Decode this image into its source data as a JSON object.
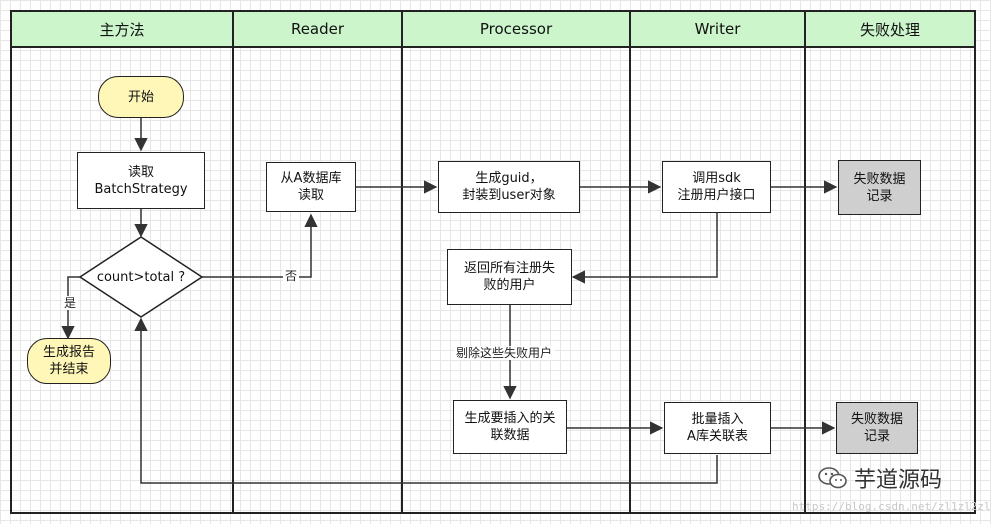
{
  "lanes": [
    "主方法",
    "Reader",
    "Processor",
    "Writer",
    "失败处理"
  ],
  "nodes": {
    "start": "开始",
    "read_strategy": [
      "读取",
      "BatchStrategy"
    ],
    "decision": "count>total ?",
    "finish": [
      "生成报告",
      "并结束"
    ],
    "read_db": [
      "从A数据库",
      "读取"
    ],
    "gen_guid": [
      "生成guid，",
      "封装到user对象"
    ],
    "call_sdk": [
      "调用sdk",
      "注册用户接口"
    ],
    "fail_record_1": [
      "失败数据",
      "记录"
    ],
    "return_failed": [
      "返回所有注册失",
      "败的用户"
    ],
    "gen_relation": [
      "生成要插入的关",
      "联数据"
    ],
    "batch_insert": [
      "批量插入",
      "A库关联表"
    ],
    "fail_record_2": [
      "失败数据",
      "记录"
    ]
  },
  "edge_labels": {
    "no": "否",
    "yes": "是",
    "remove_failed": "剔除这些失败用户"
  },
  "watermark": {
    "brand": "芋道源码",
    "url": "https://blog.csdn.net/zl1zl2zl3"
  },
  "colors": {
    "lane_header": "#ccf5cc",
    "terminal": "#fff7b8",
    "failure_box": "#cfcfcf",
    "line": "#333333"
  }
}
